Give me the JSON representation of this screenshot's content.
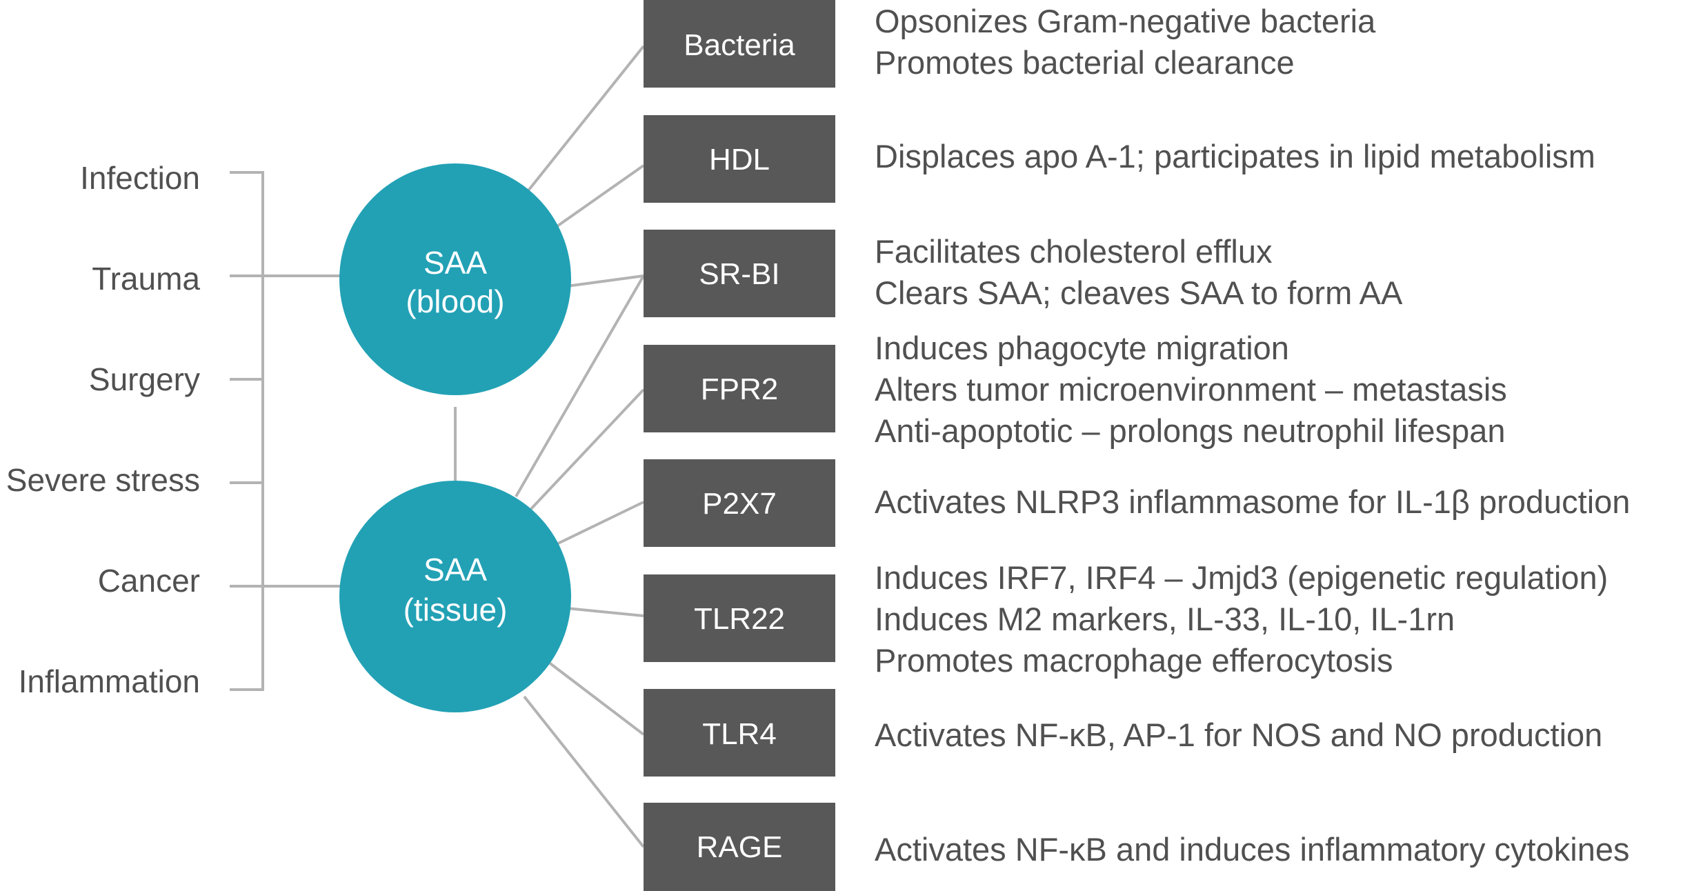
{
  "colors": {
    "circle": "#22a1b5",
    "box": "#585858",
    "connector": "#b3b3b3",
    "text": "#505050",
    "box_text": "#ffffff"
  },
  "triggers": [
    "Infection",
    "Trauma",
    "Surgery",
    "Severe stress",
    "Cancer",
    "Inflammation"
  ],
  "circles": {
    "blood": {
      "line1": "SAA",
      "line2": "(blood)"
    },
    "tissue": {
      "line1": "SAA",
      "line2": "(tissue)"
    }
  },
  "targets": [
    {
      "label": "Bacteria",
      "source": "blood",
      "effects": [
        "Opsonizes Gram-negative bacteria",
        "Promotes bacterial clearance"
      ]
    },
    {
      "label": "HDL",
      "source": "blood",
      "effects": [
        "Displaces apo A-1; participates in lipid metabolism"
      ]
    },
    {
      "label": "SR-BI",
      "source": "both",
      "effects": [
        "Facilitates cholesterol efflux",
        "Clears SAA; cleaves SAA to form AA"
      ]
    },
    {
      "label": "FPR2",
      "source": "tissue",
      "effects": [
        "Induces phagocyte migration",
        "Alters tumor microenvironment – metastasis",
        "Anti-apoptotic – prolongs neutrophil lifespan"
      ]
    },
    {
      "label": "P2X7",
      "source": "tissue",
      "effects": [
        "Activates NLRP3 inflammasome for IL-1β production"
      ]
    },
    {
      "label": "TLR22",
      "source": "tissue",
      "effects": [
        "Induces IRF7, IRF4 – Jmjd3 (epigenetic regulation)",
        "Induces M2 markers, IL-33, IL-10, IL-1rn",
        "Promotes macrophage efferocytosis"
      ]
    },
    {
      "label": "TLR4",
      "source": "tissue",
      "effects": [
        "Activates NF-κB, AP-1 for NOS and NO production"
      ]
    },
    {
      "label": "RAGE",
      "source": "tissue",
      "effects": [
        "Activates NF-κB and induces inflammatory cytokines"
      ]
    }
  ]
}
